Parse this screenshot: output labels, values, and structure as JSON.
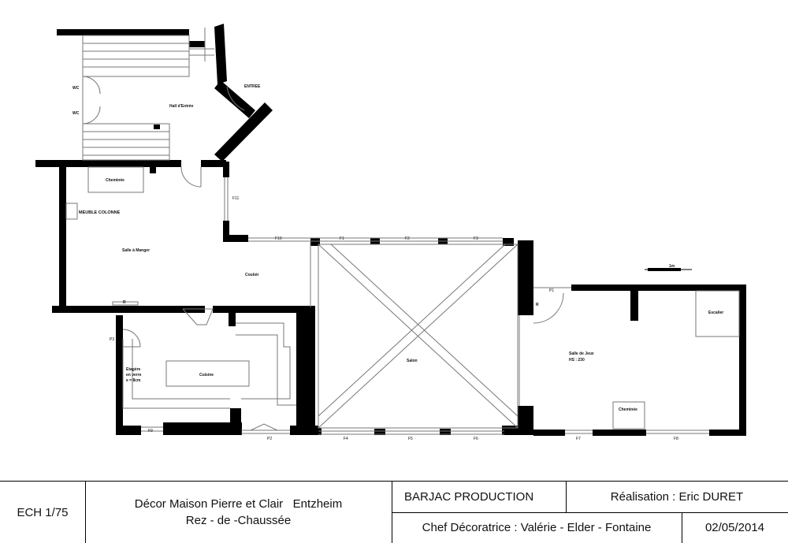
{
  "plan": {
    "rooms": {
      "wc1": "WC",
      "wc2": "WC",
      "hall": "Hall d'Entrée",
      "entree": "ENTREE",
      "cheminee_sam": "Cheminée",
      "meuble": "MEUBLE COLONNE",
      "salle_a_manger": "Salle à Manger",
      "couloir": "Couloir",
      "cuisine": "Cuisine",
      "etagere_1": "Etagère",
      "etagere_2": "en verre",
      "etagere_3": "e = 8cm",
      "salon": "Salon",
      "salle_de_jeux": "Salle de Jeux",
      "hs": "HS : 230",
      "escalier": "Escalier",
      "cheminee_jeux": "Cheminée",
      "radiator_r1": "R",
      "radiator_r2": "R",
      "scale": "1m"
    },
    "openings": {
      "f1": "F1",
      "f2": "F2",
      "f3": "F3",
      "f4": "F4",
      "f5": "F5",
      "f6": "F6",
      "f7": "F7",
      "f8": "F8",
      "f9": "F9",
      "f10": "F10",
      "f11": "F11",
      "p1": "P1",
      "p2": "P2",
      "p3": "P3"
    }
  },
  "cartouche": {
    "scale": "ECH 1/75",
    "project_line1": "Décor Maison Pierre et Clair   Entzheim",
    "project_line2": "Rez - de -Chaussée",
    "company": "BARJAC PRODUCTION",
    "realisation": "Réalisation : Eric DURET",
    "chef": "Chef Décoratrice : Valérie - Elder - Fontaine",
    "date": "02/05/2014"
  }
}
